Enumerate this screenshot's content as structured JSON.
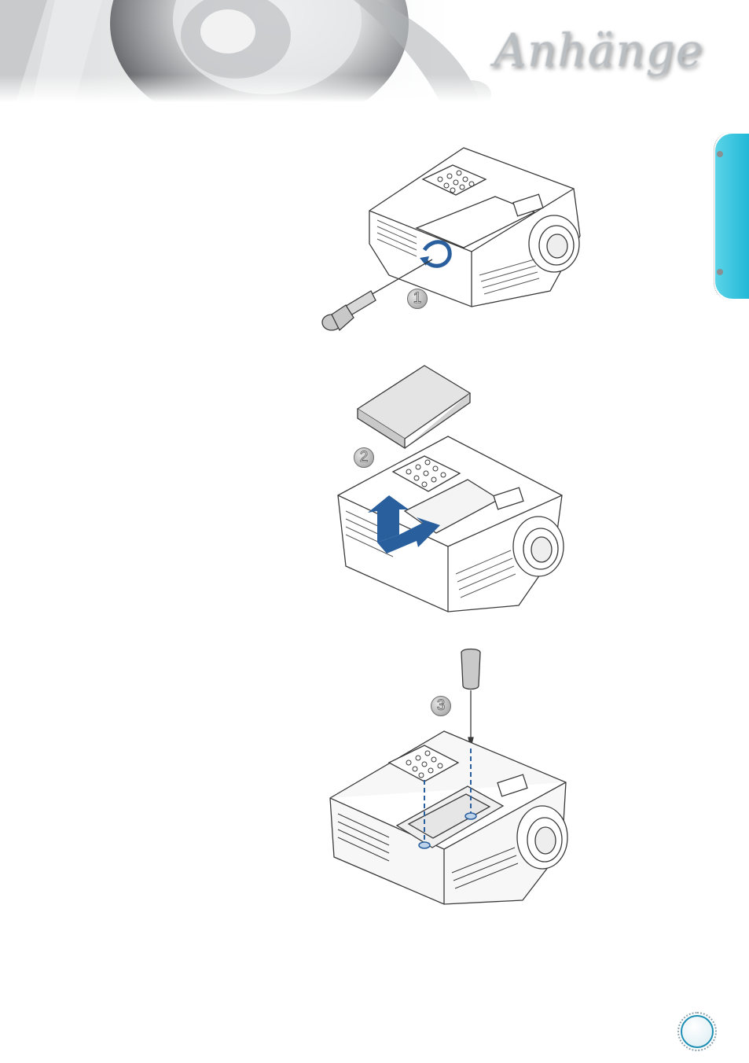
{
  "header": {
    "title": "Anhänge"
  },
  "side_tab": {
    "language_label": ""
  },
  "steps": [
    {
      "number": "1"
    },
    {
      "number": "2"
    },
    {
      "number": "3"
    }
  ],
  "page": {
    "number": ""
  },
  "colors": {
    "accent": "#2a5f9e",
    "side_tab": "#22b8d6"
  }
}
